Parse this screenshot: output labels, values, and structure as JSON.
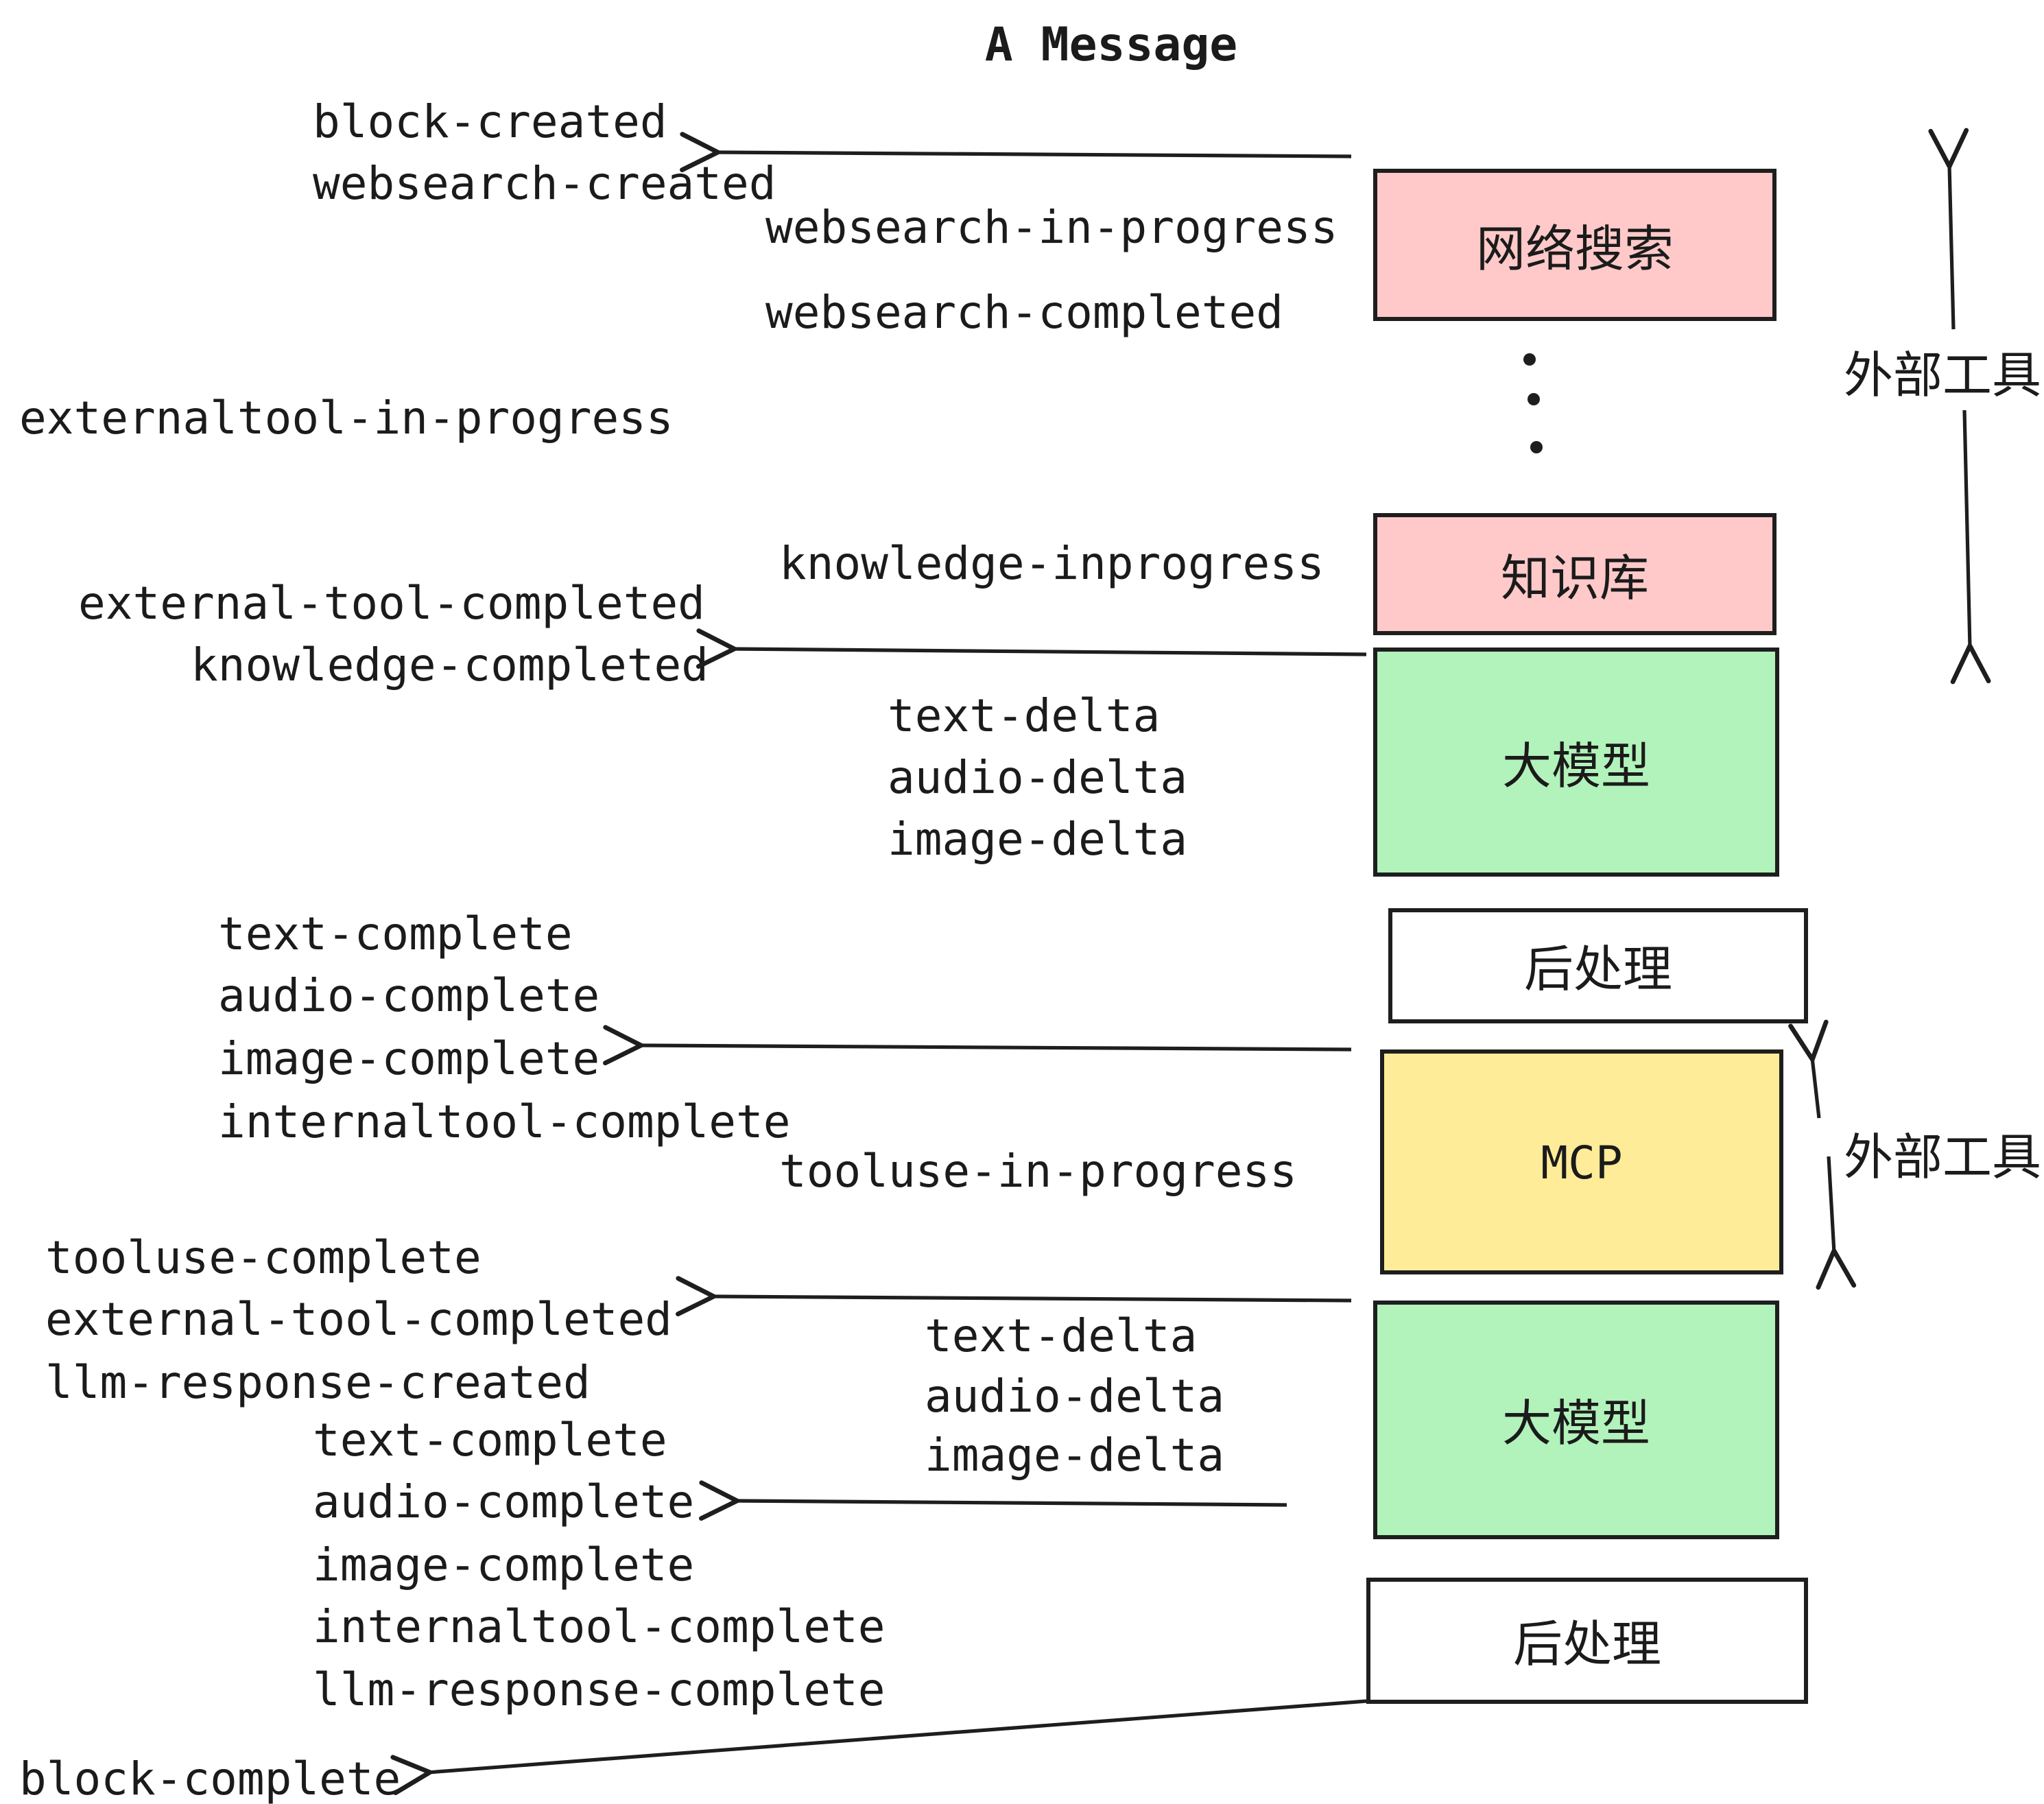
{
  "title": "A Message",
  "boxes": {
    "websearch": {
      "label": "网络搜索"
    },
    "knowledge": {
      "label": "知识库"
    },
    "llm1": {
      "label": "大模型"
    },
    "post1": {
      "label": "后处理"
    },
    "mcp": {
      "label": "MCP"
    },
    "llm2": {
      "label": "大模型"
    },
    "post2": {
      "label": "后处理"
    }
  },
  "side_labels": {
    "external_tools_top": "外部工具",
    "external_tools_mid": "外部工具"
  },
  "events": {
    "block_created": "block-created",
    "websearch_created": "websearch-created",
    "websearch_in_progress": "websearch-in-progress",
    "websearch_completed": "websearch-completed",
    "externaltool_in_progress": "externaltool-in-progress",
    "knowledge_inprogress": "knowledge-inprogress",
    "external_tool_completed_1": "external-tool-completed",
    "knowledge_completed": "knowledge-completed",
    "text_delta_1": "text-delta",
    "audio_delta_1": "audio-delta",
    "image_delta_1": "image-delta",
    "text_complete_1": "text-complete",
    "audio_complete_1": "audio-complete",
    "image_complete_1": "image-complete",
    "internaltool_complete_1": "internaltool-complete",
    "tooluse_in_progress": "tooluse-in-progress",
    "tooluse_complete": "tooluse-complete",
    "external_tool_completed_2": "external-tool-completed",
    "llm_response_created": "llm-response-created",
    "text_delta_2": "text-delta",
    "audio_delta_2": "audio-delta",
    "image_delta_2": "image-delta",
    "text_complete_2": "text-complete",
    "audio_complete_2": "audio-complete",
    "image_complete_2": "image-complete",
    "internaltool_complete_2": "internaltool-complete",
    "llm_response_complete": "llm-response-complete",
    "block_complete": "block-complete"
  },
  "colors": {
    "pink": "#ffc9c9",
    "green": "#b2f2bb",
    "yellow": "#ffec99",
    "white": "#ffffff",
    "stroke": "#1e1e1e"
  }
}
